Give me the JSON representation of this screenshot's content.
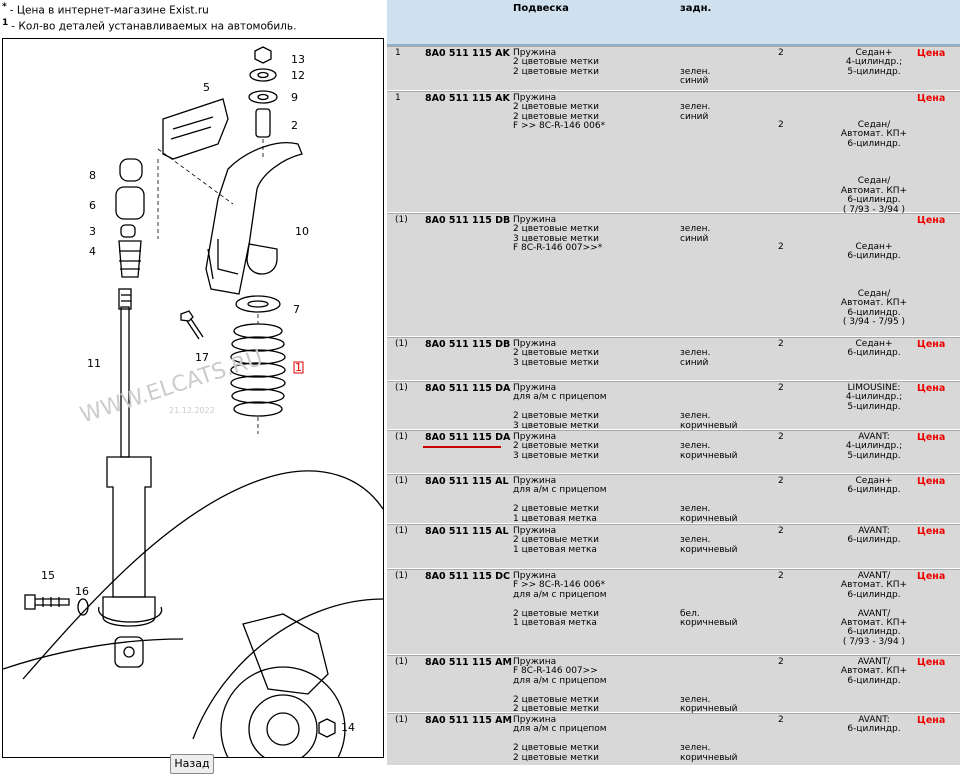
{
  "notes": [
    {
      "mark": "*",
      "text": "- Цена в интернет-магазине Exist.ru"
    },
    {
      "mark": "1",
      "text": "- Кол-во деталей устанавливаемых на автомобиль."
    }
  ],
  "diagram": {
    "watermark": "WWW.ELCATS.RU",
    "watermark_date": "21.12.2022",
    "callouts": [
      "13",
      "12",
      "9",
      "2",
      "5",
      "8",
      "6",
      "3",
      "4",
      "10",
      "7",
      "17",
      "1",
      "11",
      "15",
      "16",
      "14"
    ]
  },
  "back_button": "Назад",
  "table": {
    "headers": {
      "desc": "Подвеска",
      "note": "задн."
    },
    "rows": [
      {
        "num": "1",
        "article": "8A0 511 115 AK",
        "desc": "Пружина\n2 цветовые метки\n2 цветовые метки",
        "note": "\n\nзелен.\nсиний",
        "qty": "2",
        "model": "Седан+\n4-цилиндр.;\n5-цилиндр.",
        "price": "Цена"
      },
      {
        "num": "1",
        "article": "8A0 511 115 AK",
        "desc": "Пружина\n2 цветовые метки\n2 цветовые метки\nF >> 8C-R-146 006*",
        "note": "\nзелен.\nсиний",
        "qty": "2",
        "model": "Седан/\nАвтомат. КП+\n6-цилиндр.\n\n\n\nСедан/\nАвтомат. КП+\n6-цилиндр.\n( 7/93 - 3/94 )",
        "price": "Цена"
      },
      {
        "num": "(1)",
        "article": "8A0 511 115 DB",
        "desc": "Пружина\n2 цветовые метки\n3 цветовые метки\nF 8C-R-146 007>>*",
        "note": "\nзелен.\nсиний",
        "qty": "2",
        "model": "Седан+\n6-цилиндр.\n\n\n\nСедан/\nАвтомат. КП+\n6-цилиндр.\n( 3/94 - 7/95 )",
        "price": "Цена"
      },
      {
        "num": "(1)",
        "article": "8A0 511 115 DB",
        "desc": "Пружина\n2 цветовые метки\n3 цветовые метки",
        "note": "\nзелен.\nсиний",
        "qty": "2",
        "model": "Седан+\n6-цилиндр.",
        "price": "Цена"
      },
      {
        "num": "(1)",
        "article": "8A0 511 115 DA",
        "desc": "Пружина\nдля а/м с прицепом\n\n2 цветовые метки\n3 цветовые метки",
        "note": "\n\n\nзелен.\nкоричневый",
        "qty": "2",
        "model": "LIMOUSINE:\n4-цилиндр.;\n5-цилиндр.",
        "price": "Цена"
      },
      {
        "num": "(1)",
        "article": "8A0 511 115 DA",
        "desc": "Пружина\n2 цветовые метки\n3 цветовые метки",
        "note": "\nзелен.\nкоричневый",
        "qty": "2",
        "model": "AVANT:\n4-цилиндр.;\n5-цилиндр.",
        "price": "Цена"
      },
      {
        "num": "(1)",
        "article": "8A0 511 115 AL",
        "desc": "Пружина\nдля а/м с прицепом\n\n2 цветовые метки\n1 цветовая метка",
        "note": "\n\n\nзелен.\nкоричневый",
        "qty": "2",
        "model": "Седан+\n6-цилиндр.",
        "price": "Цена"
      },
      {
        "num": "(1)",
        "article": "8A0 511 115 AL",
        "desc": "Пружина\n2 цветовые метки\n1 цветовая метка",
        "note": "\nзелен.\nкоричневый",
        "qty": "2",
        "model": "AVANT:\n6-цилиндр.",
        "price": "Цена"
      },
      {
        "num": "(1)",
        "article": "8A0 511 115 DC",
        "desc": "Пружина\nF >> 8C-R-146 006*\nдля а/м с прицепом\n\n2 цветовые метки\n1 цветовая метка",
        "note": "\n\n\n\nбел.\nкоричневый",
        "qty": "2",
        "model": "AVANT/\nАвтомат. КП+\n6-цилиндр.\n\nAVANT/\nАвтомат. КП+\n6-цилиндр.\n( 7/93 - 3/94 )",
        "price": "Цена"
      },
      {
        "num": "(1)",
        "article": "8A0 511 115 AM",
        "desc": "Пружина\nF 8C-R-146 007>>\nдля а/м с прицепом\n\n2 цветовые метки\n2 цветовые метки",
        "note": "\n\n\n\nзелен.\nкоричневый",
        "qty": "2",
        "model": "AVANT/\nАвтомат. КП+\n6-цилиндр.",
        "price": "Цена"
      },
      {
        "num": "(1)",
        "article": "8A0 511 115 AM",
        "desc": "Пружина\nдля а/м с прицепом\n\n2 цветовые метки\n2 цветовые метки",
        "note": "\n\n\nзелен.\nкоричневый",
        "qty": "2",
        "model": "AVANT:\n6-цилиндр.",
        "price": "Цена"
      }
    ]
  }
}
